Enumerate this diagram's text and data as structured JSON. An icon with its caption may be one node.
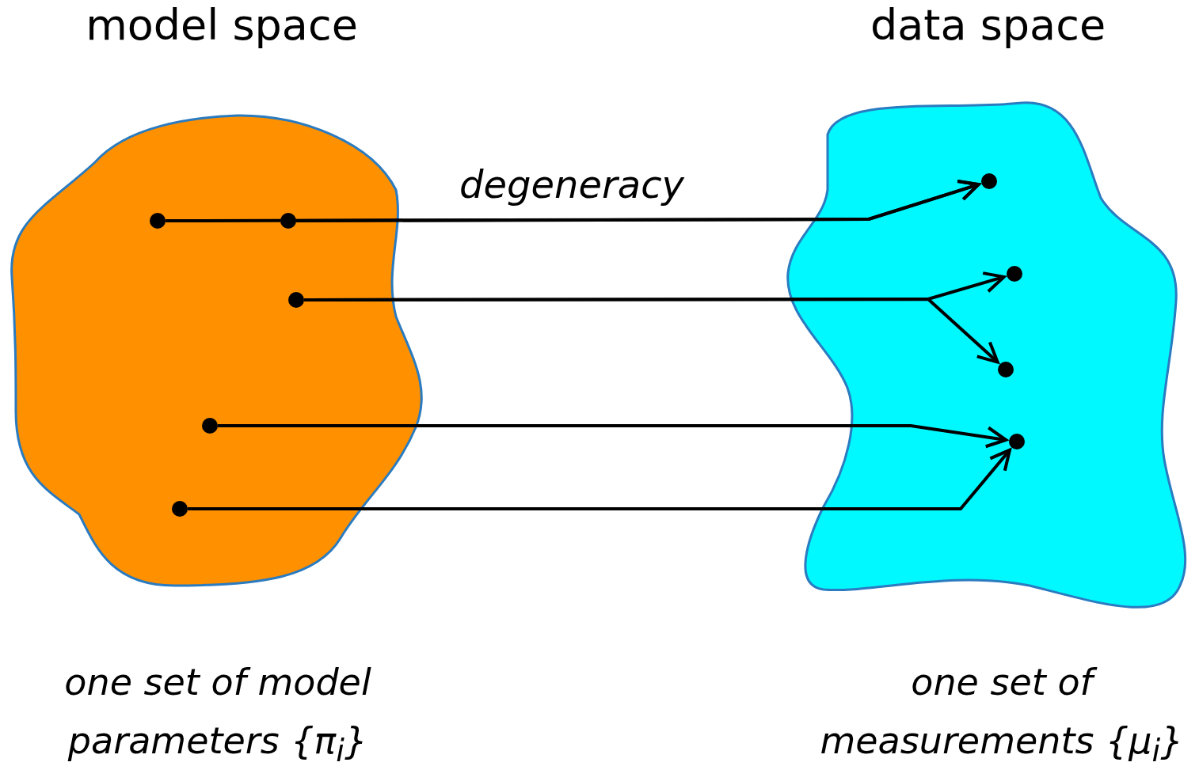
{
  "diagram": {
    "nodes": [
      {
        "text": [
          "model space"
        ],
        "beside": [
          "one set of model parameters {π$_{i}$}"
        ]
      },
      {
        "text": [
          "data space"
        ],
        "beside": [
          "one set of measurements {μ$_{i}$}"
        ]
      },
      {
        "text": [],
        "shape": "circle",
        "in": 0
      },
      {
        "text": [],
        "shape": "circle",
        "in": 0
      },
      {
        "text": [],
        "shape": "circle",
        "in": 0
      },
      {
        "text": [],
        "shape": "circle",
        "in": 0
      },
      {
        "text": [],
        "shape": "circle",
        "in": 0
      },
      {
        "text": [],
        "shape": "circle",
        "in": 1
      },
      {
        "text": [],
        "shape": "circle",
        "in": 1
      },
      {
        "text": [],
        "shape": "circle",
        "in": 1
      },
      {
        "text": [],
        "shape": "circle",
        "in": 1
      }
    ],
    "edges": [
      {
        "from": 2,
        "to": 7,
        "arrow": "to",
        "label": "degeneracy"
      },
      {
        "from": 3,
        "to": 7,
        "arrow": "to"
      },
      {
        "from": 4,
        "to": 8,
        "arrow": "to"
      },
      {
        "from": 4,
        "to": 9,
        "arrow": "to"
      },
      {
        "from": 5,
        "to": 10,
        "arrow": "to"
      },
      {
        "from": 6,
        "to": 10,
        "arrow": "to"
      }
    ]
  }
}
